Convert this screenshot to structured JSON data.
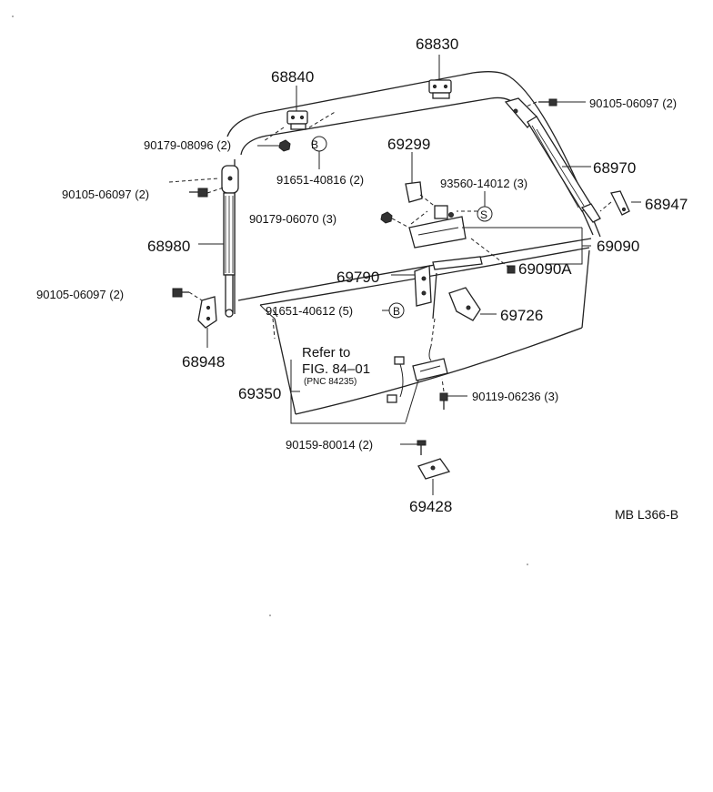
{
  "labels": {
    "p68830": "68830",
    "p68840": "68840",
    "p90105_top": "90105-06097 (2)",
    "p90179_08096": "90179-08096 (2)",
    "p91651_40816": "91651-40816 (2)",
    "p69299": "69299",
    "p68970": "68970",
    "p90105_left": "90105-06097 (2)",
    "p93560": "93560-14012 (3)",
    "p68947": "68947",
    "p90179_06070": "90179-06070 (3)",
    "p68980": "68980",
    "p69090": "69090",
    "p69090A": "69090A",
    "p69790": "69790",
    "p90105_lower": "90105-06097 (2)",
    "p91651_40612": "91651-40612 (5)",
    "p69726": "69726",
    "p68948": "68948",
    "refer_line1": "Refer to",
    "refer_line2": "FIG. 84–01",
    "refer_line3": "(PNC 84235)",
    "p69350": "69350",
    "p90119": "90119-06236 (3)",
    "p90159": "90159-80014 (2)",
    "p69428": "69428",
    "code": "MB L366-B"
  },
  "markers": {
    "b_upper": "B",
    "s": "S",
    "b_lower": "B"
  }
}
